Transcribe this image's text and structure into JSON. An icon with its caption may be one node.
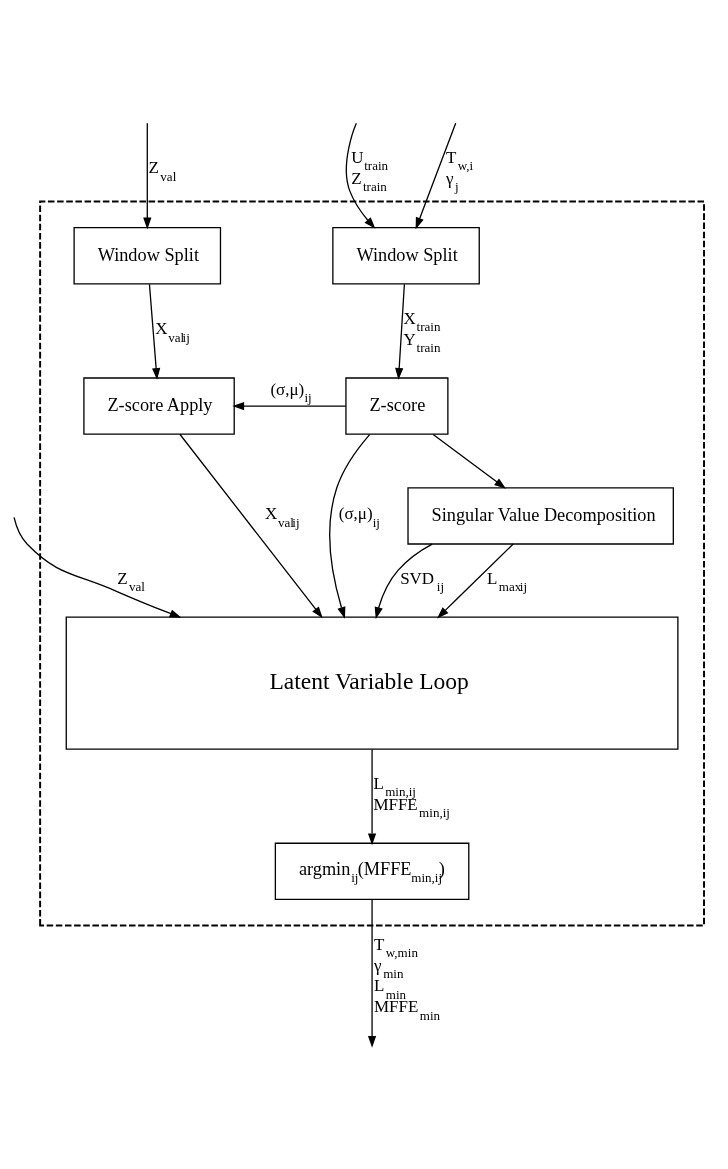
{
  "diagram": {
    "nodes": [
      {
        "text": [],
        "shape": "box"
      },
      {
        "text": [
          "Window Split"
        ],
        "in": 0
      },
      {
        "text": [
          "Window Split"
        ],
        "in": 0
      },
      {
        "text": [
          "Z-score Apply"
        ],
        "in": 0
      },
      {
        "text": [
          "Z-score"
        ],
        "in": 0
      },
      {
        "text": [
          "Singular Value Decomposition"
        ],
        "in": 0
      },
      {
        "text": [
          "Latent Variable Loop"
        ],
        "in": 0
      },
      {
        "text": [
          "argmin$_{ij}$(MFFE$_{min,ij}$)"
        ],
        "in": 0
      }
    ],
    "edges": [
      {
        "from": null,
        "to": 1,
        "arrow": "to",
        "label": "Z$_{val}$"
      },
      {
        "from": null,
        "to": 6,
        "arrow": "to",
        "label": "Z$_{val}$"
      },
      {
        "from": null,
        "to": 2,
        "arrow": "to",
        "label": "U$_{train}$ Z$_{train}$"
      },
      {
        "from": null,
        "to": 2,
        "arrow": "to",
        "label": "T$_{w,i}$ γ$_{j}$"
      },
      {
        "from": 1,
        "to": 3,
        "arrow": "to",
        "label": "X$_{val}$$_{ij}$"
      },
      {
        "from": 2,
        "to": 4,
        "arrow": "to",
        "label": "X$_{train}$ Y$_{train}$"
      },
      {
        "from": 4,
        "to": 3,
        "arrow": "to",
        "label": "(σ,μ)$_{ij}$"
      },
      {
        "from": 4,
        "to": 6,
        "arrow": "to",
        "label": "(σ,μ)$_{ij}$"
      },
      {
        "from": 4,
        "to": 5,
        "arrow": "to"
      },
      {
        "from": 3,
        "to": 6,
        "arrow": "to",
        "label": "X$_{val}$$_{ij}$"
      },
      {
        "from": 5,
        "to": 6,
        "arrow": "to",
        "label": "SVD$_{ij}$"
      },
      {
        "from": 5,
        "to": 6,
        "arrow": "to",
        "label": "L$_{max}$$_{ij}$"
      },
      {
        "from": 6,
        "to": 7,
        "arrow": "to",
        "label": "L$_{min,ij}$ MFFE$_{min,ij}$"
      },
      {
        "from": 7,
        "to": null,
        "arrow": "to",
        "label": "T$_{w,min}$ γ$_{min}$ L$_{min}$ MFFE$_{min}$"
      }
    ]
  }
}
